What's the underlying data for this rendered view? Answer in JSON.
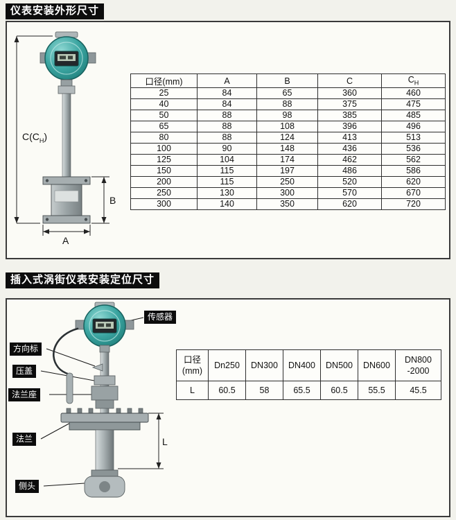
{
  "section1": {
    "title": "仪表安装外形尺寸",
    "dims": {
      "c_prefix": "C(C",
      "c_sub": "H",
      "c_suffix": ")",
      "b": "B",
      "a": "A"
    },
    "table": {
      "headers": {
        "col0": "口径(mm)",
        "a": "A",
        "b": "B",
        "c": "C",
        "ch_main": "C",
        "ch_sub": "H"
      },
      "rows": [
        [
          "25",
          "84",
          "65",
          "360",
          "460"
        ],
        [
          "40",
          "84",
          "88",
          "375",
          "475"
        ],
        [
          "50",
          "88",
          "98",
          "385",
          "485"
        ],
        [
          "65",
          "88",
          "108",
          "396",
          "496"
        ],
        [
          "80",
          "88",
          "124",
          "413",
          "513"
        ],
        [
          "100",
          "90",
          "148",
          "436",
          "536"
        ],
        [
          "125",
          "104",
          "174",
          "462",
          "562"
        ],
        [
          "150",
          "115",
          "197",
          "486",
          "586"
        ],
        [
          "200",
          "115",
          "250",
          "520",
          "620"
        ],
        [
          "250",
          "130",
          "300",
          "570",
          "670"
        ],
        [
          "300",
          "140",
          "350",
          "620",
          "720"
        ]
      ]
    }
  },
  "section2": {
    "title": "插入式涡街仪表安装定位尺寸",
    "callouts": {
      "sensor": "传感器",
      "direction": "方向标",
      "gland": "压盖",
      "flange_seat": "法兰座",
      "flange": "法兰",
      "probe": "侧头"
    },
    "dim_l": "L",
    "table": {
      "col0_header": "口径\n(mm)",
      "columns": [
        "Dn250",
        "DN300",
        "DN400",
        "DN500",
        "DN600",
        "DN800\n-2000"
      ],
      "row_label": "L",
      "values": [
        "60.5",
        "58",
        "65.5",
        "60.5",
        "55.5",
        "45.5"
      ]
    }
  }
}
